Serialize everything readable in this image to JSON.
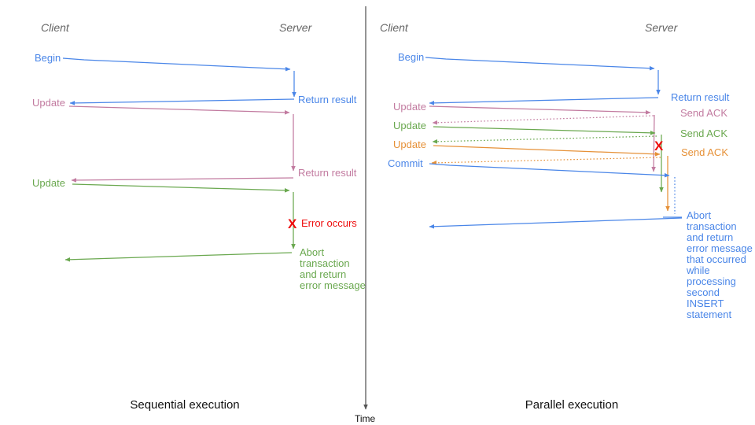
{
  "colors": {
    "blue": "#4a86e8",
    "pink": "#c27ba0",
    "green": "#6aa84f",
    "orange": "#e69138",
    "red": "#ee0c0c",
    "gray": "#666666",
    "axis": "#555555",
    "title": "#111111"
  },
  "time_axis": {
    "label": "Time"
  },
  "sequential": {
    "title": "Sequential execution",
    "client_header": "Client",
    "server_header": "Server",
    "labels": {
      "begin": "Begin",
      "return_result_1": "Return result",
      "update_1": "Update",
      "return_result_2": "Return result",
      "update_2": "Update",
      "error_x": "X",
      "error": "Error occurs",
      "abort_lines": [
        "Abort",
        "transaction",
        "and return",
        "error message"
      ]
    }
  },
  "parallel": {
    "title": "Parallel execution",
    "client_header": "Client",
    "server_header": "Server",
    "labels": {
      "begin": "Begin",
      "return_result": "Return result",
      "update_1": "Update",
      "send_ack_1": "Send ACK",
      "update_2": "Update",
      "send_ack_2": "Send ACK",
      "update_3": "Update",
      "send_ack_3": "Send ACK",
      "commit": "Commit",
      "error_x": "X",
      "abort_lines": [
        "Abort",
        "transaction",
        "and return",
        "error message",
        "that occurred",
        "while",
        "processing",
        "second",
        "INSERT",
        "statement"
      ]
    }
  }
}
